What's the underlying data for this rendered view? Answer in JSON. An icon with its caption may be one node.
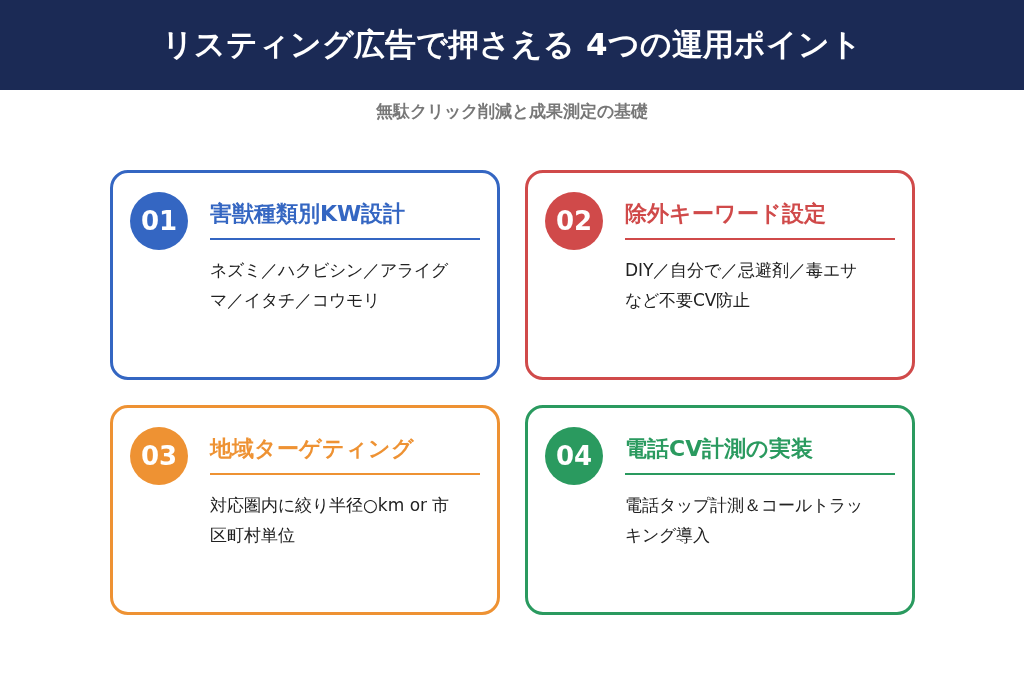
{
  "diagram": {
    "title": "リスティング広告で押さえる 4つの運用ポイント",
    "caption": "無駄クリック削減と成果測定の基礎",
    "nodes": [
      {
        "text": [
          "害獣種類別KW設計",
          "ネズミ／ハクビシン／アライグマ／イタチ／コウモリ"
        ]
      },
      {
        "text": [
          "01"
        ],
        "in": 0
      },
      {
        "text": [
          "除外キーワード設定",
          "DIY／自分で／忌避剤／毒エサなど不要CV防止"
        ]
      },
      {
        "text": [
          "02"
        ],
        "in": 2
      },
      {
        "text": [
          "地域ターゲティング",
          "対応圏内に絞り半径○km or 市区町村単位"
        ]
      },
      {
        "text": [
          "03"
        ],
        "in": 4
      },
      {
        "text": [
          "電話CV計測の実装",
          "電話タップ計測＆コールトラッキング導入"
        ]
      },
      {
        "text": [
          "04"
        ],
        "in": 6
      }
    ],
    "edges": []
  }
}
